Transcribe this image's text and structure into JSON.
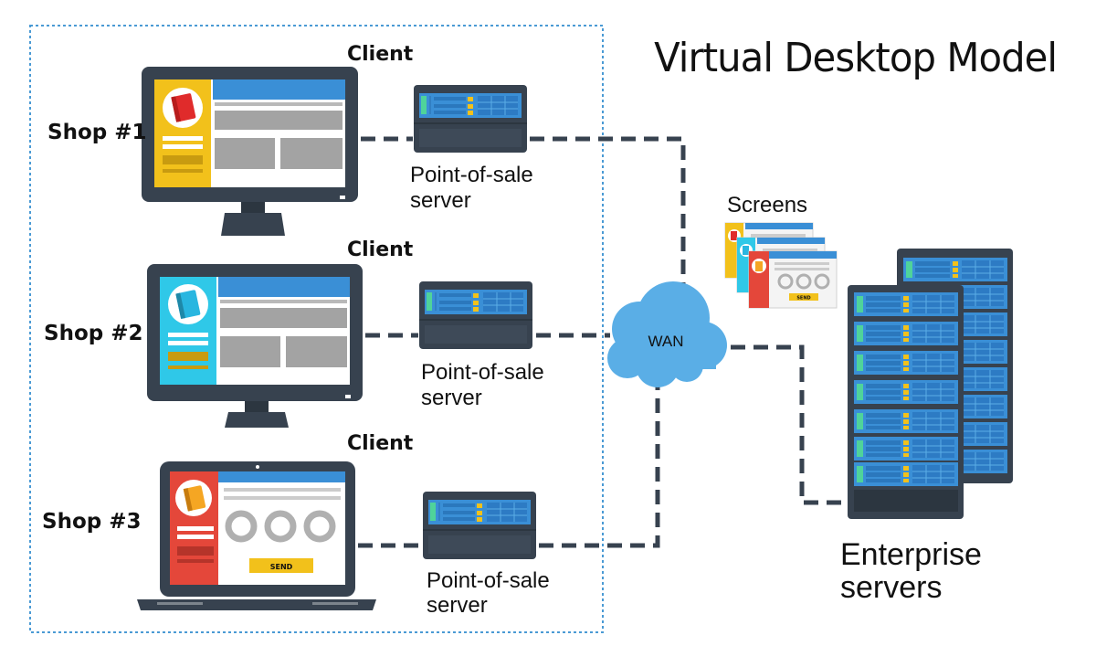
{
  "title": "Virtual Desktop Model",
  "shops": [
    {
      "label": "Shop #1",
      "client_label": "Client",
      "server_label_line1": "Point-of-sale",
      "server_label_line2": "server"
    },
    {
      "label": "Shop #2",
      "client_label": "Client",
      "server_label_line1": "Point-of-sale",
      "server_label_line2": "server"
    },
    {
      "label": "Shop #3",
      "client_label": "Client",
      "server_label_line1": "Point-of-sale",
      "server_label_line2": "server",
      "send_label": "SEND"
    }
  ],
  "wan_label": "WAN",
  "screens_label": "Screens",
  "screens_send_label": "SEND",
  "enterprise_label_line1": "Enterprise",
  "enterprise_label_line2": "servers",
  "colors": {
    "title": "#3a8fd0",
    "dark": "#37424f",
    "blue": "#3a8fd6",
    "yellow": "#f2c11b",
    "cyan": "#2fc8e8",
    "red": "#e4473a",
    "cloud": "#5aaee6",
    "dashed_border": "#4a9ad4"
  },
  "icons": [
    "desktop-monitor-icon",
    "laptop-icon",
    "server-icon",
    "cloud-icon",
    "book-icon",
    "server-rack-icon"
  ]
}
